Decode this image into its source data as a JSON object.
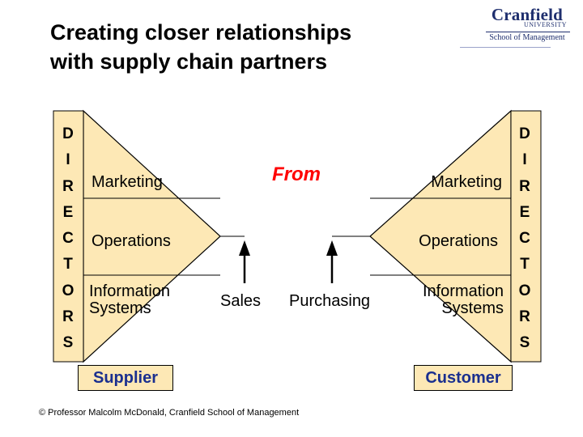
{
  "title": {
    "line1": "Creating closer relationships",
    "line2": "with supply chain partners"
  },
  "logo": {
    "name": "Cranfield",
    "university": "UNIVERSITY",
    "school": "School of Management"
  },
  "diagram": {
    "directors_letters": [
      "D",
      "I",
      "R",
      "E",
      "C",
      "T",
      "O",
      "R",
      "S"
    ],
    "left": {
      "marketing": "Marketing",
      "operations": "Operations",
      "information_line1": "Information",
      "information_line2": "Systems",
      "box_label": "Supplier"
    },
    "right": {
      "marketing": "Marketing",
      "operations": "Operations",
      "information_line1": "Information",
      "information_line2": "Systems",
      "box_label": "Customer"
    },
    "center": {
      "from_label": "From",
      "sales_label": "Sales",
      "purchasing_label": "Purchasing"
    },
    "colors": {
      "fill": "#fde8b5",
      "box_text": "#1a2f8f",
      "from_text": "#ff0000"
    }
  },
  "footer": "© Professor Malcolm McDonald, Cranfield School of Management"
}
